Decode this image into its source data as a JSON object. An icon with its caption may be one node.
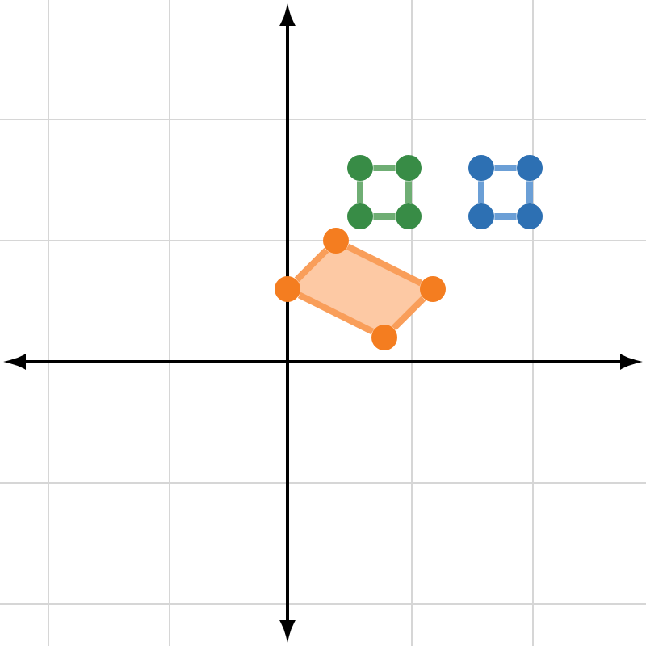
{
  "diagram": {
    "nodes": [
      {
        "text": [],
        "shape": "circle"
      },
      {
        "text": [],
        "shape": "circle"
      },
      {
        "text": [],
        "shape": "circle"
      },
      {
        "text": [],
        "shape": "circle"
      },
      {
        "text": [],
        "shape": "circle"
      },
      {
        "text": [],
        "shape": "circle"
      },
      {
        "text": [],
        "shape": "circle"
      },
      {
        "text": [],
        "shape": "circle"
      },
      {
        "text": [],
        "shape": "circle"
      },
      {
        "text": [],
        "shape": "circle"
      },
      {
        "text": [],
        "shape": "circle"
      },
      {
        "text": [],
        "shape": "circle"
      }
    ],
    "edges": [
      {
        "from": 0,
        "to": 1,
        "arrow": "none",
        "color": "#f99e5a"
      },
      {
        "from": 1,
        "to": 2,
        "arrow": "none",
        "color": "#f99e5a"
      },
      {
        "from": 2,
        "to": 3,
        "arrow": "none",
        "color": "#f99e5a"
      },
      {
        "from": 3,
        "to": 0,
        "arrow": "none",
        "color": "#f99e5a"
      },
      {
        "from": 4,
        "to": 5,
        "arrow": "none",
        "color": "#6fae74"
      },
      {
        "from": 5,
        "to": 7,
        "arrow": "none",
        "color": "#6fae74"
      },
      {
        "from": 7,
        "to": 6,
        "arrow": "none",
        "color": "#6fae74"
      },
      {
        "from": 6,
        "to": 4,
        "arrow": "none",
        "color": "#6fae74"
      },
      {
        "from": 8,
        "to": 9,
        "arrow": "none",
        "color": "#6b9fd6"
      },
      {
        "from": 9,
        "to": 11,
        "arrow": "none",
        "color": "#6b9fd6"
      },
      {
        "from": 11,
        "to": 10,
        "arrow": "none",
        "color": "#6b9fd6"
      },
      {
        "from": 10,
        "to": 8,
        "arrow": "none",
        "color": "#6b9fd6"
      }
    ]
  }
}
